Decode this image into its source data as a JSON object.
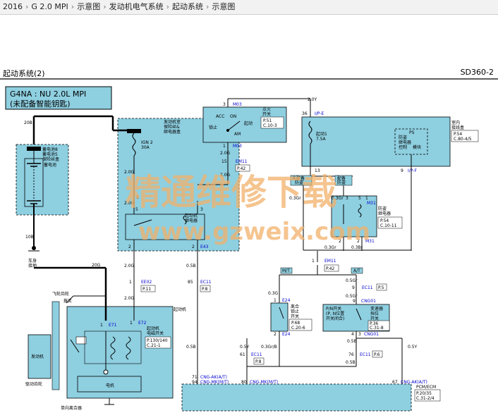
{
  "breadcrumb": {
    "year": "2016",
    "engine": "G 2.0 MPI",
    "section": "示意图",
    "category": "发动机电气系统",
    "system": "起动系统",
    "page": "示意图"
  },
  "header": {
    "title": "起动系统(2)",
    "code": "SD360-2"
  },
  "variant": {
    "line1": "G4NA : NU 2.0L MPI",
    "line2": "(未配备智能钥匙)"
  },
  "watermark": {
    "brand": "精通维修下载",
    "url": "www.gzweix.com"
  },
  "battery": {
    "box_label": [
      "蓄电池8",
      "蓄电池5",
      "保险丝盒"
    ],
    "label": "蓄电池",
    "wire_top": "20B",
    "wire_bottom": "10B",
    "ground_label": [
      "车身",
      "接地"
    ]
  },
  "fuse_box": {
    "label": [
      "发动机室",
      "保险丝&",
      "继电器盒"
    ],
    "fuse": [
      "IGN 2",
      "30A"
    ],
    "relay": [
      "起动机",
      "继电器"
    ],
    "connector": "E43",
    "wire": "2.0G",
    "pins": [
      "1",
      "2",
      "5",
      "3",
      "2"
    ]
  },
  "ignition_switch": {
    "connector_top": "M03",
    "connector_bottom": "M03",
    "positions": [
      "ACC",
      "ON",
      "锁止",
      "起动",
      "AM"
    ],
    "label": [
      "点火",
      "开关"
    ],
    "ref": [
      "P.51",
      "C.10-3"
    ],
    "wire_out": "2.0Y",
    "wire_in": "2.0G",
    "pins": [
      "3",
      "1"
    ]
  },
  "connector_em11_top": {
    "id": "EM11",
    "ref": "P.42",
    "pin": "15"
  },
  "junction_box": {
    "connector_in": "I/P-E",
    "connector_out": "I/P-F",
    "pin_in": "36",
    "pin_out_left": "13",
    "pin_out_right": "9",
    "fuse": [
      "起动1",
      "7.5A"
    ],
    "module": [
      "PS",
      "防盗",
      "继电器",
      "控制",
      "模块"
    ],
    "label": [
      "室内",
      "接线盒"
    ],
    "ref": [
      "P.54",
      "C.80-4/5"
    ]
  },
  "immobilizer_relay": {
    "tag_without": [
      "未配备",
      "防盗"
    ],
    "tag_with": [
      "配备",
      "防盗"
    ],
    "connector": "M31",
    "label": [
      "防盗",
      "继电器"
    ],
    "ref": [
      "P.54",
      "C.10-11"
    ],
    "wires": [
      "0.3Gr",
      "0.3Gr",
      "0.3Br"
    ],
    "pins": [
      "3",
      "2",
      "5",
      "1",
      "2"
    ]
  },
  "connector_em11_mid": {
    "id": "EM11",
    "ref": "P.42",
    "pin": "1"
  },
  "tags": {
    "mt": "M/T",
    "at": "A/T"
  },
  "clutch_switch": {
    "connector": "E24",
    "label": [
      "离合",
      "锁止",
      "开关"
    ],
    "ref": [
      "P.68",
      "C.20-6"
    ],
    "pins": [
      "1",
      "2"
    ],
    "wires": [
      "0.3G",
      "0.3G",
      "0.3Gr/B"
    ]
  },
  "range_switch": {
    "connector_top": "CNG01",
    "connector_bottom": "CNG01",
    "label": [
      "变速器",
      "挡位",
      "开关"
    ],
    "switch_text": [
      "P/N开关",
      "(P, N位置",
      "开关闭合)"
    ],
    "ref": [
      "P.36",
      "C.31-8"
    ],
    "pins": [
      "9",
      "4",
      "3"
    ],
    "wires": [
      "0.5Gr",
      "0.5Gr",
      "0.5B"
    ]
  },
  "ee02": {
    "id": "EE02",
    "ref": "P.11",
    "pin": "1"
  },
  "ec11_left": {
    "id": "EC11",
    "ref": "P.8",
    "pin": "85"
  },
  "ec11_right": {
    "id": "EC11",
    "ref": "P.5",
    "pin": "9"
  },
  "ec11_clutch": {
    "id": "EC11",
    "ref": "P.8",
    "pin": "61"
  },
  "ec11_range": {
    "id": "EC11",
    "ref": "P.6",
    "pin": "76"
  },
  "starter": {
    "label_flywheel": "飞轮",
    "label_fork": "拨叉",
    "label_pinion": "驱动齿轮",
    "label_clutch": "单向离合器",
    "engine": "发动机",
    "motor": "电机",
    "starter_label": "起动机",
    "solenoid": [
      "起动机",
      "电磁开关"
    ],
    "ref": [
      "P.130/140",
      "C.21-1"
    ],
    "connector_e71": "E71",
    "connector_e72": "E72",
    "label_shift": "齿轮",
    "wire_20g": "20G",
    "pins": [
      "1",
      "1"
    ]
  },
  "pcm": {
    "label": "PCM/ECM",
    "ref": [
      "P.20/35",
      "C.31-2/4"
    ],
    "pins": [
      {
        "pin": "71",
        "conn": "CNG-AK(A/T)"
      },
      {
        "pin": "94",
        "conn": "CNG-MK(M/T)"
      },
      {
        "pin": "80",
        "conn": "CNG-MK(M/T)"
      },
      {
        "pin": "67",
        "conn": "CNG-AK(A/T)"
      }
    ]
  },
  "wire_labels": {
    "w_05b_left": "0.5B",
    "w_05b_mid": "0.5B",
    "w_05y": "0.5Y",
    "w_05y_right": "0.5Y",
    "w_05g_a": "0.5G",
    "w_05g_b": "0.5G",
    "w_05b_bottom": "0.5B",
    "w_20g_top": "2.0G",
    "w_20g_mid": "2.0G",
    "w_20g_low": "2.0G",
    "w_20g_fuse": "2.0G",
    "w_03gr_left": "0.3Gr",
    "w_05gr_right": "0.5Gr"
  },
  "colors": {
    "fill": "#8ecfe0",
    "border": "#000000",
    "blue_text": "#0000cc",
    "watermark": "#f2b16a"
  }
}
